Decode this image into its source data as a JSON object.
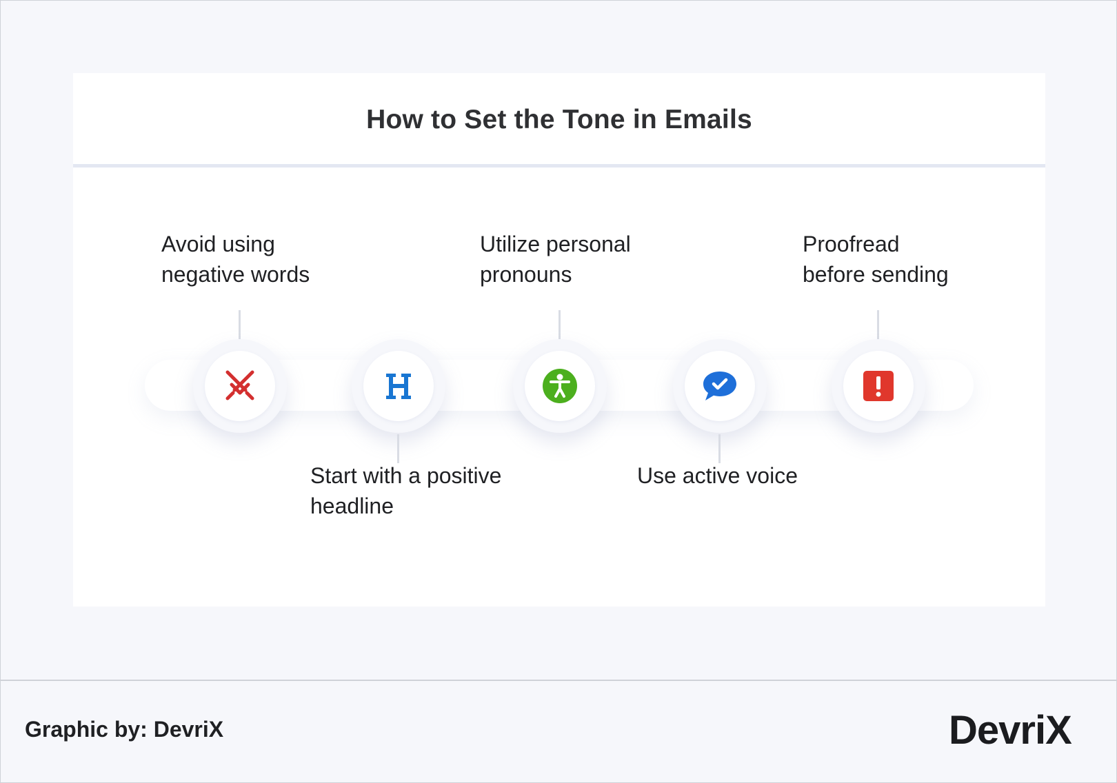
{
  "title": "How to Set the Tone in Emails",
  "steps": [
    {
      "label": "Avoid using\nnegative words",
      "icon": "crossed-swords-icon",
      "color": "#d32f2f",
      "position": "top"
    },
    {
      "label": "Start with a positive\nheadline",
      "icon": "heading-h-icon",
      "color": "#1976d2",
      "position": "bottom"
    },
    {
      "label": "Utilize personal\npronouns",
      "icon": "accessibility-person-icon",
      "color": "#4caf1e",
      "position": "top"
    },
    {
      "label": "Use active voice",
      "icon": "chat-check-icon",
      "color": "#1e6fd9",
      "position": "bottom"
    },
    {
      "label": "Proofread\nbefore sending",
      "icon": "exclamation-icon",
      "color": "#e0372c",
      "position": "top"
    }
  ],
  "footer": {
    "credit": "Graphic by: DevriX",
    "logo_text": "DevriX"
  },
  "colors": {
    "background": "#f6f7fb",
    "card": "#ffffff",
    "logo_accent": "#5cc62f"
  }
}
